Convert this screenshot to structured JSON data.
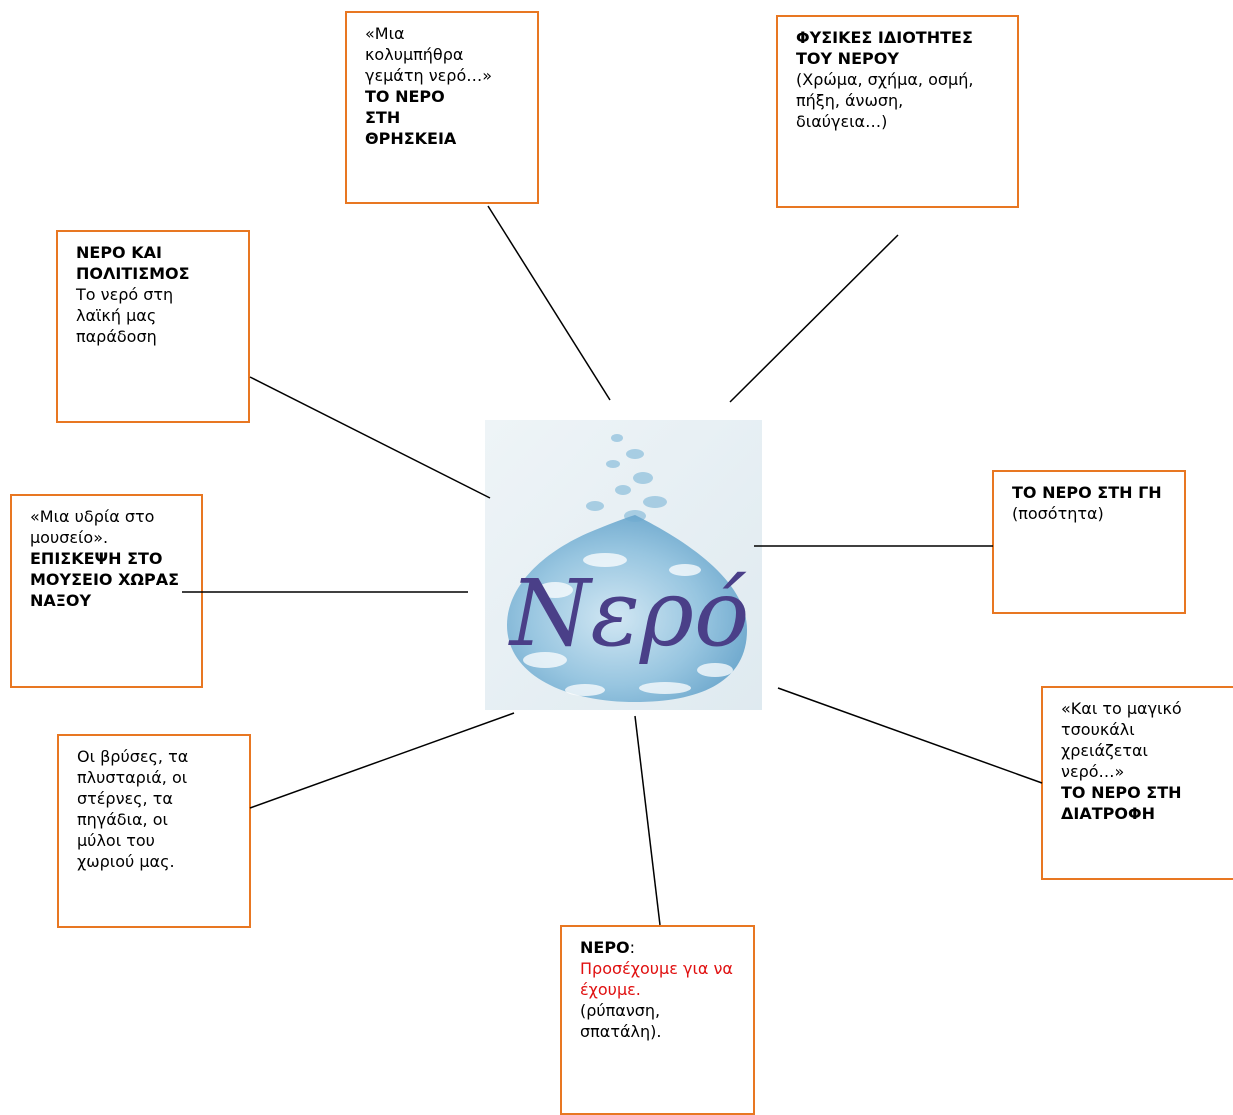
{
  "center": {
    "word": "Νερό"
  },
  "boxes": {
    "religion": {
      "quote": "«Μια κολυμπήθρα γεμάτη νερό…»",
      "title": "ΤΟ ΝΕΡΟ ΣΤΗ ΘΡΗΣΚΕΙΑ"
    },
    "physical": {
      "title": "ΦΥΣΙΚΕΣ ΙΔΙΟΤΗΤΕΣ ΤΟΥ ΝΕΡΟΥ",
      "text": "(Χρώμα, σχήμα, οσμή, πήξη, άνωση, διαύγεια…)"
    },
    "culture": {
      "title": "ΝΕΡΟ ΚΑΙ ΠΟΛΙΤΙΣΜΟΣ",
      "text": "Το νερό στη λαϊκή μας παράδοση"
    },
    "museum": {
      "quote": "«Μια υδρία στο μουσείο».",
      "title": "ΕΠΙΣΚΕΨΗ ΣΤΟ ΜΟΥΣΕΙΟ ΧΩΡΑΣ ΝΑΞΟΥ"
    },
    "earth": {
      "title": "ΤΟ ΝΕΡΟ ΣΤΗ ΓΗ",
      "text": "(ποσότητα)"
    },
    "fountains": {
      "text": "Οι βρύσες, τα πλυσταριά, οι στέρνες, τα πηγάδια, οι μύλοι του χωριού μας."
    },
    "nutrition": {
      "quote": "«Και το μαγικό τσουκάλι χρειάζεται νερό…»",
      "title": "ΤΟ ΝΕΡΟ ΣΤΗ ΔΙΑΤΡΟΦΗ"
    },
    "pollution": {
      "title": "ΝΕΡΟ",
      "colon": ":",
      "highlight": "Προσέχουμε για να έχουμε.",
      "text": "(ρύπανση, σπατάλη)."
    }
  },
  "colors": {
    "box_border": "#e87722",
    "highlight": "#e01010",
    "center_ink": "#4a3f88"
  }
}
